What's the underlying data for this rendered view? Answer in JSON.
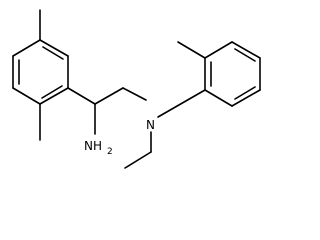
{
  "molecule": {
    "labels": {
      "amine_main": "NH",
      "amine_sub": "2",
      "nitrogen": "N"
    }
  }
}
